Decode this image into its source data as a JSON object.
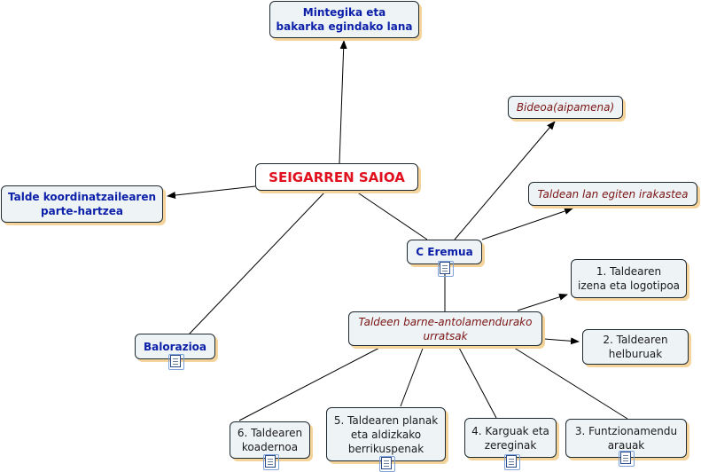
{
  "center": "SEIGARREN SAIOA",
  "nodes": {
    "mintegika": "Mintegika eta\nbakarka egindako lana",
    "talde_koord": "Talde koordinatzailearen\nparte-hartzea",
    "balorazioa": "Balorazioa",
    "c_eremua": "C Eremua",
    "bideoa": "Bideoa(aipamena)",
    "taldean": "Taldean lan egiten irakastea",
    "barne": "Taldeen barne-antolamendurako\nurratsak",
    "izena": "1. Taldearen\nizena eta logotipoa",
    "helburuak": "2. Taldearen\nhelburuak",
    "funtzionamendu": "3. Funtzionamendu\narauak",
    "karguak": "4. Karguak eta\nzereginak",
    "planak": "5. Taldearen planak\neta aldizkako\nberrikuspenak",
    "koadernoa": "6. Taldearen\nkoadernoa"
  },
  "colors": {
    "center_text": "#e0101e",
    "blue_text": "#0b1fa8",
    "italic_text": "#7a1414",
    "node_bg": "#eef3f6",
    "shadow": "#f4d49b"
  },
  "icons": [
    "document-icon"
  ]
}
